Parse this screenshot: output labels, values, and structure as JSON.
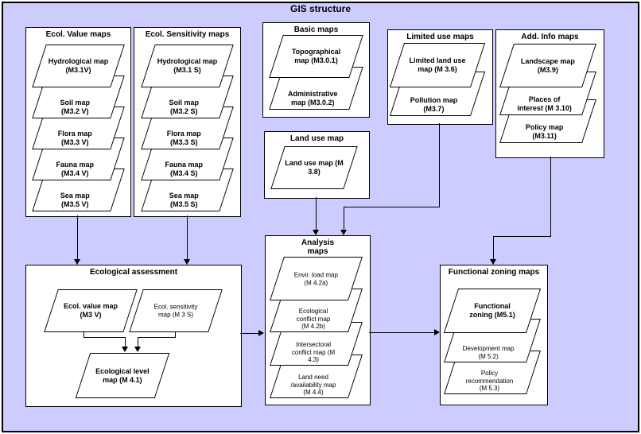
{
  "title": "GIS structure",
  "colors": {
    "background": "#ccccff",
    "box_fill": "#ffffff",
    "line": "#000000"
  },
  "boxes": {
    "ecol_value": {
      "title": "Ecol. Value maps",
      "sheets": [
        "Hydrological map\n(M3.1V)",
        "Soil map\n(M3.2 V)",
        "Flora map\n(M3.3 V)",
        "Fauna map\n(M3.4 V)",
        "Sea map\n(M3.5 V)"
      ]
    },
    "ecol_sensitivity": {
      "title": "Ecol. Sensitivity maps",
      "sheets": [
        "Hydrological map\n(M3.1 S)",
        "Soil map\n(M3.2 S)",
        "Flora map\n(M3.3 S)",
        "Fauna map\n(M3.4 S)",
        "Sea map\n(M3.5 S)"
      ]
    },
    "basic": {
      "title": "Basic maps",
      "sheets": [
        "Topographical\nmap (M3.0.1)",
        "Administrative\nmap (M3.0.2)"
      ]
    },
    "limited_use": {
      "title": "Limited use  maps",
      "sheets": [
        "Limited land use\nmap (M 3.6)",
        "Pollution map\n(M3.7)"
      ]
    },
    "add_info": {
      "title": "Add. Info maps",
      "sheets": [
        "Landscape map\n(M3.9)",
        "Places of\ninterest (M 3.10)",
        "Policy map\n(M3.11)"
      ]
    },
    "land_use": {
      "title": "Land use map",
      "sheets": [
        "Land use map (M\n3.8)"
      ]
    },
    "analysis": {
      "title": "Analysis\nmaps",
      "sheets": [
        "Envir. load map\n(M 4.2a)",
        "Ecological\nconflict map\n(M 4.2b)",
        "Intersectoral\nconflict map (M\n4.3)",
        "Land need\n/availability map\n(M 4.4)"
      ]
    },
    "ecological_assessment": {
      "title": "Ecological assessment",
      "sheets": [
        "Ecol. value map\n(M3 V)",
        "Ecol. sensitivity\nmap (M 3 S)",
        "Ecological level\nmap (M 4.1)"
      ]
    },
    "functional_zoning": {
      "title": "Functional zoning maps",
      "sheets": [
        "Functional\nzoning (M5.1)",
        "Development map\n(M 5.2)",
        "Policy\nrecommendation\n(M 5.3)"
      ]
    }
  }
}
